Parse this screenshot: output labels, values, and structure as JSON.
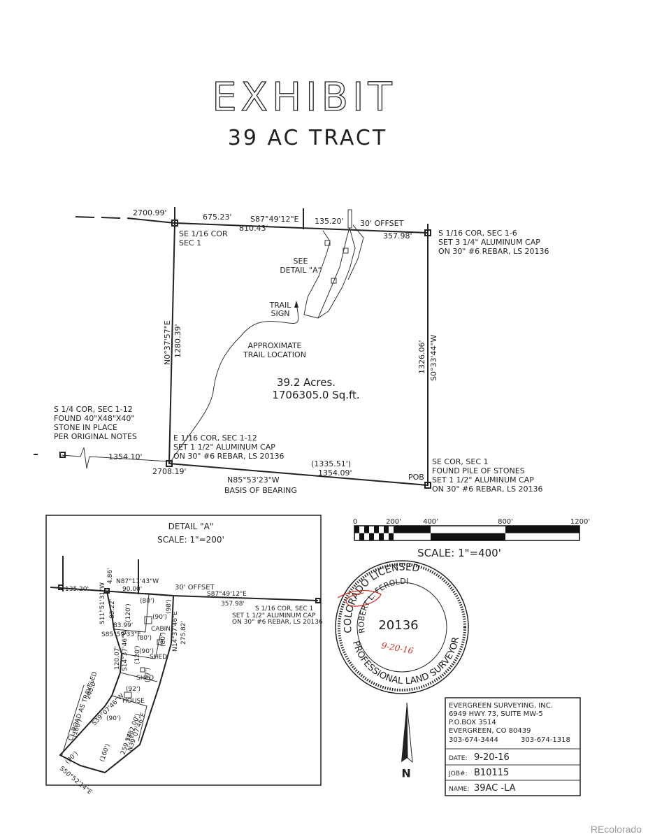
{
  "title": "EXHIBIT",
  "subtitle": "39 AC TRACT",
  "main_plat": {
    "top_dist_left": "2700.99'",
    "top_dist_1": "675.23'",
    "top_bearing": "S87°49'12\"E",
    "top_total": "810.43'",
    "top_dist_2": "135.20'",
    "offset_label": "30' OFFSET",
    "top_dist_right": "357.98'",
    "nw_corner_1": "SE 1/16 COR",
    "nw_corner_2": "SEC 1",
    "ne_corner_1": "S 1/16 COR, SEC 1-6",
    "ne_corner_2": "SET 3 1/4\" ALUMINUM CAP",
    "ne_corner_3": "ON 30\" #6 REBAR, LS 20136",
    "see_detail_1": "SEE",
    "see_detail_2": "DETAIL \"A\"",
    "trail_sign_1": "TRAIL",
    "trail_sign_2": "SIGN",
    "west_bearing": "N0°37'57\"E",
    "west_dist": "1280.39'",
    "east_dist": "1326.06'",
    "east_bearing": "S0°33'44\"W",
    "trail_loc_1": "APPROXIMATE",
    "trail_loc_2": "TRAIL LOCATION",
    "acres": "39.2  Acres.",
    "sqft": "1706305.0  Sq.ft.",
    "sw_left_1": "S 1/4 COR, SEC 1-12",
    "sw_left_2": "FOUND 40\"X48\"X40\"",
    "sw_left_3": "STONE IN PLACE",
    "sw_left_4": "PER ORIGINAL NOTES",
    "sw_left_dist": "1354.10'",
    "sw_corner_1": "E 1/16 COR, SEC 1-12",
    "sw_corner_2": "SET 1 1/2\" ALUMINUM CAP",
    "sw_corner_3": "ON 30\" #6 REBAR, LS 20136",
    "sw_dist": "2708.19'",
    "bottom_record": "(1335.51')",
    "bottom_dist": "1354.09'",
    "bottom_bearing": "N85°53'23\"W",
    "basis": "BASIS OF BEARING",
    "pob": "POB",
    "se_corner_1": "SE COR, SEC 1",
    "se_corner_2": "FOUND PILE OF STONES",
    "se_corner_3": "SET 1 1/2\" ALUMINUM CAP",
    "se_corner_4": "ON 30\" #6 REBAR, LS 20136"
  },
  "detail": {
    "title": "DETAIL \"A\"",
    "scale": "SCALE:  1\"=200'",
    "d_135": "135.20'",
    "d_486": "4.86'",
    "n87": "N87°11'43\"W",
    "d_90": "90.00'",
    "offset": "30' OFFSET",
    "s87": "S87°49'12\"E",
    "d_357": "357.98'",
    "corner_1": "S 1/16 COR, SEC 1",
    "corner_2": "SET 1 1/2\" ALUMINUM CAP",
    "corner_3": "ON 30\" #6 REBAR, LS 20136",
    "s11": "S11°51'31\"W",
    "d_8322": "83.22'",
    "p80a": "(80')",
    "p120a": "(120')",
    "p90a": "(90')",
    "p98": "(98')",
    "d_8399": "83.99'",
    "s85": "S85°59'33\"E",
    "cabin": "CABIN",
    "p80b": "(80')",
    "p80c": "(80')",
    "p90b": "(90')",
    "n14": "N14°37'46\"E",
    "d_27582": "275.82'",
    "shed1": "SHED",
    "d_12007": "120.07'",
    "s14": "S14°37'46\"W",
    "p120b": "(120')",
    "shed2": "SHED",
    "p97": "(97')",
    "d_240": "240.0'",
    "road_1": "CL ROAD AS TRAVELED",
    "p92": "(92')",
    "house": "HOUSE",
    "s39": "S39°07'46\"W",
    "p160a": "(160')",
    "p90c": "(90')",
    "p282": "(282.00')",
    "d_25954": "259.54'",
    "n39": "N39°07'46\"E",
    "p160b": "(160')",
    "p90d": "(90')",
    "s50": "S50°52'14\"E"
  },
  "scale_bar": {
    "ticks": [
      "0",
      "200'",
      "400'",
      "800'",
      "1200'"
    ],
    "label": "SCALE:  1\"=400'"
  },
  "seal": {
    "top": "COLORADO  LICENSED",
    "name": "ROBERT L. FEROLDI",
    "number": "20136",
    "date": "9-20-16",
    "bottom": "PROFESSIONAL LAND SURVEYOR"
  },
  "title_block": {
    "company": "EVERGREEN SURVEYING, INC.",
    "address": "6949 HWY 73, SUITE MW-5",
    "po": "P.O.BOX 3514",
    "city": "EVERGREEN, CO 80439",
    "phone1": "303-674-3444",
    "phone2": "303-674-1318",
    "date_label": "DATE:",
    "date_value": "9-20-16",
    "job_label": "JOB#:",
    "job_value": "B10115",
    "name_label": "NAME:",
    "name_value": "39AC -LA"
  },
  "north_label": "N",
  "watermark": "REcolorado",
  "colors": {
    "ink": "#222222",
    "signature": "#c0392b",
    "watermark": "#9a9a9a"
  }
}
